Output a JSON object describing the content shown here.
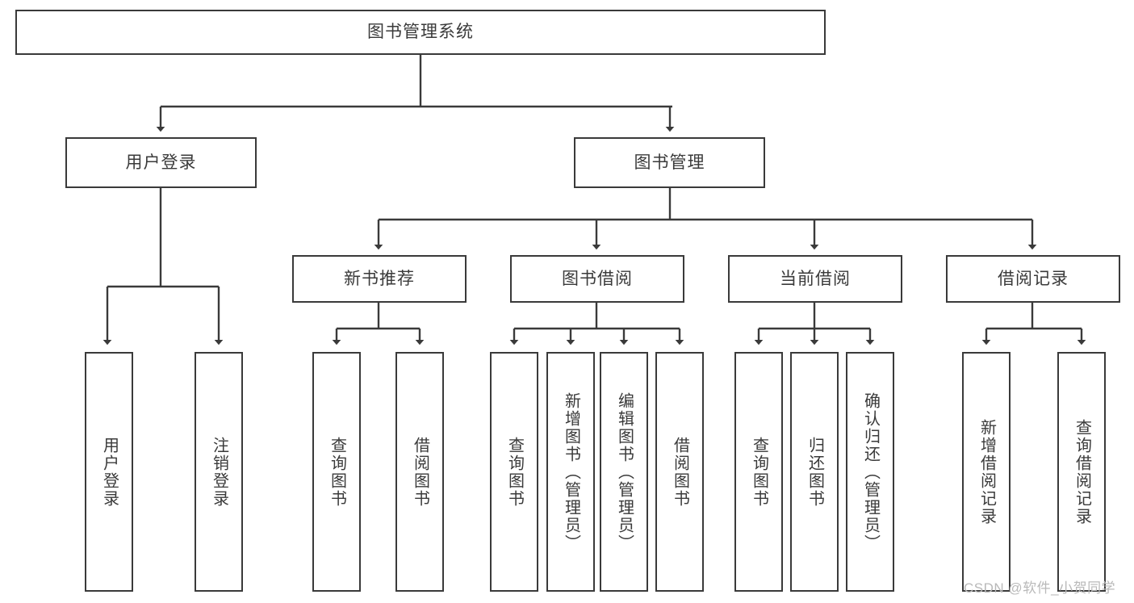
{
  "diagram": {
    "type": "tree-hierarchy",
    "title": "图书管理系统",
    "root": {
      "id": "root",
      "label": "图书管理系统",
      "orientation": "horizontal"
    },
    "level2": [
      {
        "id": "user-login",
        "label": "用户登录",
        "orientation": "horizontal"
      },
      {
        "id": "book-management",
        "label": "图书管理",
        "orientation": "horizontal"
      }
    ],
    "level3": [
      {
        "id": "new-book-recommend",
        "label": "新书推荐",
        "orientation": "horizontal",
        "parent": "book-management"
      },
      {
        "id": "book-borrow",
        "label": "图书借阅",
        "orientation": "horizontal",
        "parent": "book-management"
      },
      {
        "id": "current-borrow",
        "label": "当前借阅",
        "orientation": "horizontal",
        "parent": "book-management"
      },
      {
        "id": "borrow-record",
        "label": "借阅记录",
        "orientation": "horizontal",
        "parent": "book-management"
      }
    ],
    "leaves": [
      {
        "id": "leaf-user-login",
        "label": "用户登录",
        "orientation": "vertical",
        "parent": "user-login"
      },
      {
        "id": "leaf-logout",
        "label": "注销登录",
        "orientation": "vertical",
        "parent": "user-login"
      },
      {
        "id": "leaf-query-book-1",
        "label": "查询图书",
        "orientation": "vertical",
        "parent": "new-book-recommend"
      },
      {
        "id": "leaf-borrow-book-1",
        "label": "借阅图书",
        "orientation": "vertical",
        "parent": "new-book-recommend"
      },
      {
        "id": "leaf-query-book-2",
        "label": "查询图书",
        "orientation": "vertical",
        "parent": "book-borrow"
      },
      {
        "id": "leaf-add-book",
        "label": "新增图书（管理员）",
        "orientation": "vertical",
        "parent": "book-borrow"
      },
      {
        "id": "leaf-edit-book",
        "label": "编辑图书（管理员）",
        "orientation": "vertical",
        "parent": "book-borrow"
      },
      {
        "id": "leaf-borrow-book-2",
        "label": "借阅图书",
        "orientation": "vertical",
        "parent": "book-borrow"
      },
      {
        "id": "leaf-query-book-3",
        "label": "查询图书",
        "orientation": "vertical",
        "parent": "current-borrow"
      },
      {
        "id": "leaf-return-book",
        "label": "归还图书",
        "orientation": "vertical",
        "parent": "current-borrow"
      },
      {
        "id": "leaf-confirm-return",
        "label": "确认归还（管理员）",
        "orientation": "vertical",
        "parent": "current-borrow"
      },
      {
        "id": "leaf-add-record",
        "label": "新增借阅记录",
        "orientation": "vertical",
        "parent": "borrow-record"
      },
      {
        "id": "leaf-query-record",
        "label": "查询借阅记录",
        "orientation": "vertical",
        "parent": "borrow-record"
      }
    ]
  },
  "watermark": {
    "text": "CSDN @软件_小贺同学"
  },
  "colors": {
    "stroke": "#3a3a3a",
    "background": "#ffffff",
    "text": "#3a3a3a",
    "watermark": "#b9b9b9"
  }
}
